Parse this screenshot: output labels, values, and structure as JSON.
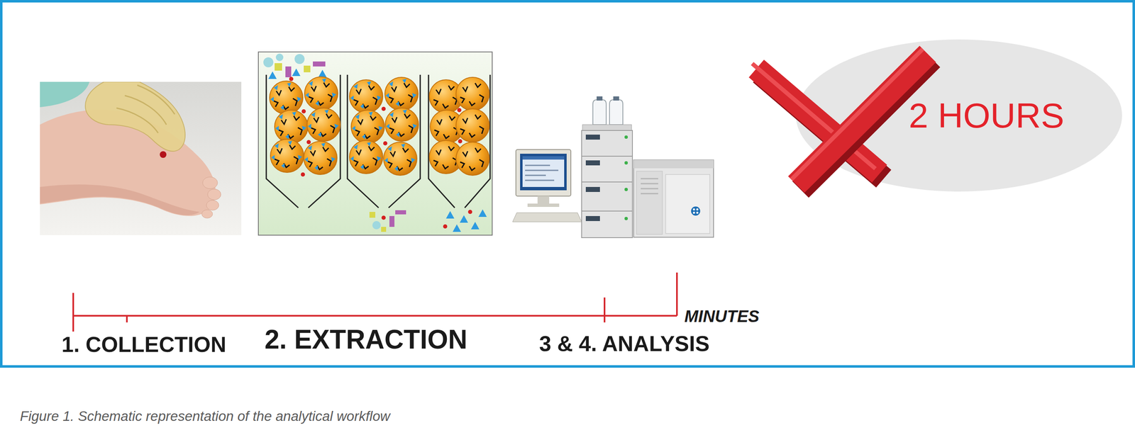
{
  "diagram": {
    "caption": "Figure 1. Schematic representation of the analytical workflow",
    "nodes": [
      {
        "text": [
          "2 HOURS"
        ]
      }
    ],
    "labels": [
      "1. COLLECTION",
      "2. EXTRACTION",
      "3 & 4. ANALYSIS",
      "MINUTES"
    ]
  }
}
